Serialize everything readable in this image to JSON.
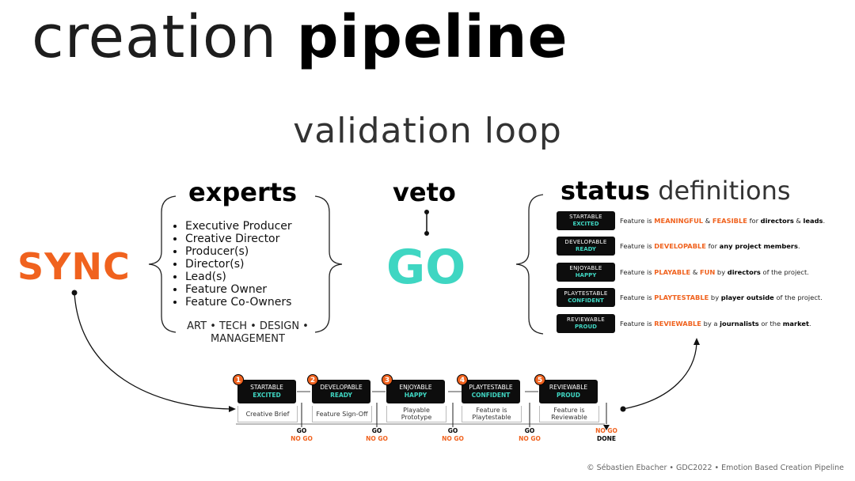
{
  "title": {
    "light": "creation",
    "bold": "pipeline"
  },
  "subtitle": "validation loop",
  "sync_label": "SYNC",
  "go_label": "GO",
  "veto_label": "veto",
  "experts": {
    "heading": "experts",
    "items": [
      "Executive Producer",
      "Creative Director",
      "Producer(s)",
      "Director(s)",
      "Lead(s)",
      "Feature Owner",
      "Feature Co-Owners"
    ],
    "footer": "ART • TECH • DESIGN • MANAGEMENT"
  },
  "status": {
    "heading_bold": "status",
    "heading_light": "definitions",
    "rows": [
      {
        "badge": "STARTABLE",
        "state": "EXCITED",
        "parts": [
          [
            "Feature is ",
            ""
          ],
          [
            "MEANINGFUL",
            "o"
          ],
          [
            " & ",
            ""
          ],
          [
            "FEASIBLE",
            "o"
          ],
          [
            " for ",
            ""
          ],
          [
            "directors",
            "k"
          ],
          [
            " & ",
            ""
          ],
          [
            "leads",
            "k"
          ],
          [
            ".",
            ""
          ]
        ]
      },
      {
        "badge": "DEVELOPABLE",
        "state": "READY",
        "parts": [
          [
            "Feature is ",
            ""
          ],
          [
            "DEVELOPABLE",
            "o"
          ],
          [
            " for ",
            ""
          ],
          [
            "any project members",
            "k"
          ],
          [
            ".",
            ""
          ]
        ]
      },
      {
        "badge": "ENJOYABLE",
        "state": "HAPPY",
        "parts": [
          [
            "Feature is ",
            ""
          ],
          [
            "PLAYABLE",
            "o"
          ],
          [
            " & ",
            ""
          ],
          [
            "FUN",
            "o"
          ],
          [
            " by ",
            ""
          ],
          [
            "directors",
            "k"
          ],
          [
            " of the project.",
            ""
          ]
        ]
      },
      {
        "badge": "PLAYTESTABLE",
        "state": "CONFIDENT",
        "parts": [
          [
            "Feature is ",
            ""
          ],
          [
            "PLAYTESTABLE",
            "o"
          ],
          [
            " by ",
            ""
          ],
          [
            "player outside",
            "k"
          ],
          [
            " of the project.",
            ""
          ]
        ]
      },
      {
        "badge": "REVIEWABLE",
        "state": "PROUD",
        "parts": [
          [
            "Feature is ",
            ""
          ],
          [
            "REVIEWABLE",
            "o"
          ],
          [
            " by a ",
            ""
          ],
          [
            "journalists",
            "k"
          ],
          [
            " or the ",
            ""
          ],
          [
            "market",
            "k"
          ],
          [
            ".",
            ""
          ]
        ]
      }
    ]
  },
  "pipeline": {
    "steps": [
      {
        "num": "1",
        "name": "STARTABLE",
        "state": "EXCITED",
        "card": "Creative Brief"
      },
      {
        "num": "2",
        "name": "DEVELOPABLE",
        "state": "READY",
        "card": "Feature Sign-Off"
      },
      {
        "num": "3",
        "name": "ENJOYABLE",
        "state": "HAPPY",
        "card": "Playable Prototype"
      },
      {
        "num": "4",
        "name": "PLAYTESTABLE",
        "state": "CONFIDENT",
        "card": "Feature is Playtestable"
      },
      {
        "num": "5",
        "name": "REVIEWABLE",
        "state": "PROUD",
        "card": "Feature is Reviewable"
      }
    ],
    "gates": [
      {
        "top": "GO",
        "bottom": "NO GO"
      },
      {
        "top": "GO",
        "bottom": "NO GO"
      },
      {
        "top": "GO",
        "bottom": "NO GO"
      },
      {
        "top": "GO",
        "bottom": "NO GO"
      },
      {
        "top": "NO GO",
        "bottom": "DONE"
      }
    ]
  },
  "footer": "© Sébastien Ebacher • GDC2022 • Emotion Based Creation Pipeline",
  "colors": {
    "orange": "#f0621e",
    "teal": "#3fd6c2",
    "black": "#0d0d0d"
  }
}
